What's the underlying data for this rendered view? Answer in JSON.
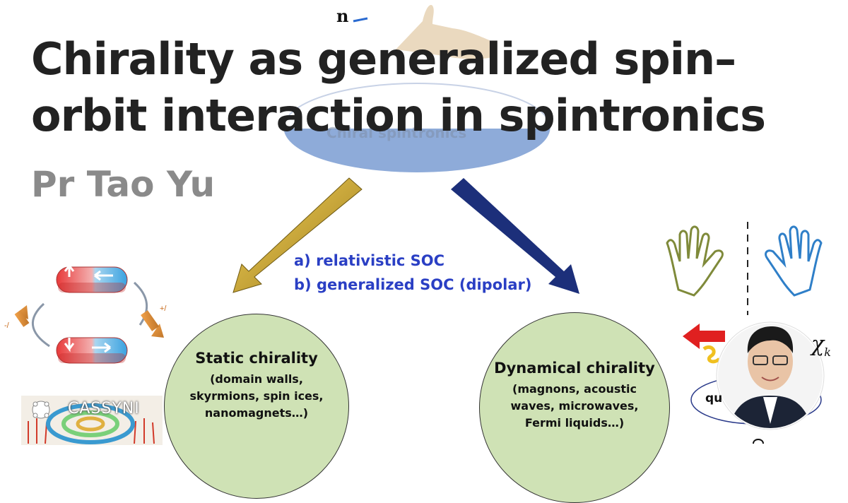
{
  "title": "Chirality as generalized spin–orbit interaction in spintronics",
  "author": "Pr Tao Yu",
  "top_oval_label": "Chiral spintronics",
  "soc_lines": {
    "a": "a) relativistic SOC",
    "b": "b) generalized SOC (dipolar)"
  },
  "static": {
    "title": "Static chirality",
    "body": "(domain walls,\nskyrmions, spin ices,\nnanomagnets…)"
  },
  "dynamical": {
    "title": "Dynamical chirality",
    "body": "(magnons, acoustic\nwaves, microwaves,\nFermi liquids…)"
  },
  "vector_label": "n",
  "magnet_cycle_labels": {
    "left": "-/",
    "right": "+/"
  },
  "chi_symbol": "χ",
  "chi_subscript": "k",
  "partial_label": "qu",
  "watermark": "CASSYNI",
  "colors": {
    "title": "#222222",
    "author": "#8a8a8a",
    "soc_text": "#2a3fc4",
    "circle_fill": "#cfe2b5",
    "oval_fill": "#8eabd9",
    "arrow_left": "#e2c04a",
    "arrow_right": "#1c2f7a",
    "left_hand": "#7f8a3a",
    "right_hand": "#2f7fc8"
  }
}
